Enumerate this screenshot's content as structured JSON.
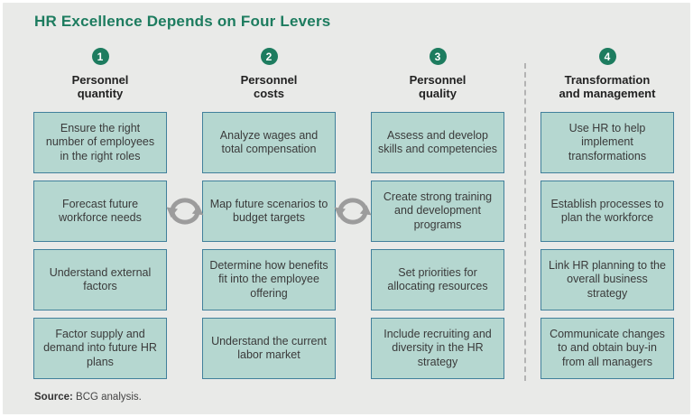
{
  "title": "HR Excellence Depends on Four Levers",
  "colors": {
    "background": "#e9eae8",
    "accent": "#1d7c5f",
    "box_fill": "#b5d7d0",
    "box_border": "#41809b",
    "text": "#3a3a3a",
    "divider": "#b3b3b3",
    "arrow": "#9c9c9c"
  },
  "columns": [
    {
      "number": "1",
      "header": [
        "Personnel",
        "quantity"
      ],
      "boxes": [
        "Ensure the right number of employees in the right roles",
        "Forecast future workforce needs",
        "Understand external factors",
        "Factor supply and demand into future HR plans"
      ]
    },
    {
      "number": "2",
      "header": [
        "Personnel",
        "costs"
      ],
      "boxes": [
        "Analyze wages and total compensation",
        "Map future scenarios to budget targets",
        "Determine how benefits fit into the employee offering",
        "Understand the current labor market"
      ]
    },
    {
      "number": "3",
      "header": [
        "Personnel",
        "quality"
      ],
      "boxes": [
        "Assess and develop skills and competencies",
        "Create strong training and development programs",
        "Set priorities for allocating resources",
        "Include recruiting and diversity in the HR strategy"
      ]
    },
    {
      "number": "4",
      "header": [
        "Transformation",
        "and management"
      ],
      "boxes": [
        "Use HR to help implement transformations",
        "Establish processes to plan the workforce",
        "Link HR planning to the overall business strategy",
        "Communicate changes to and obtain buy-in from all managers"
      ]
    }
  ],
  "icons": [
    "cycle-arrows-icon",
    "cycle-arrows-icon"
  ],
  "source": {
    "label": "Source:",
    "text": " BCG analysis."
  }
}
